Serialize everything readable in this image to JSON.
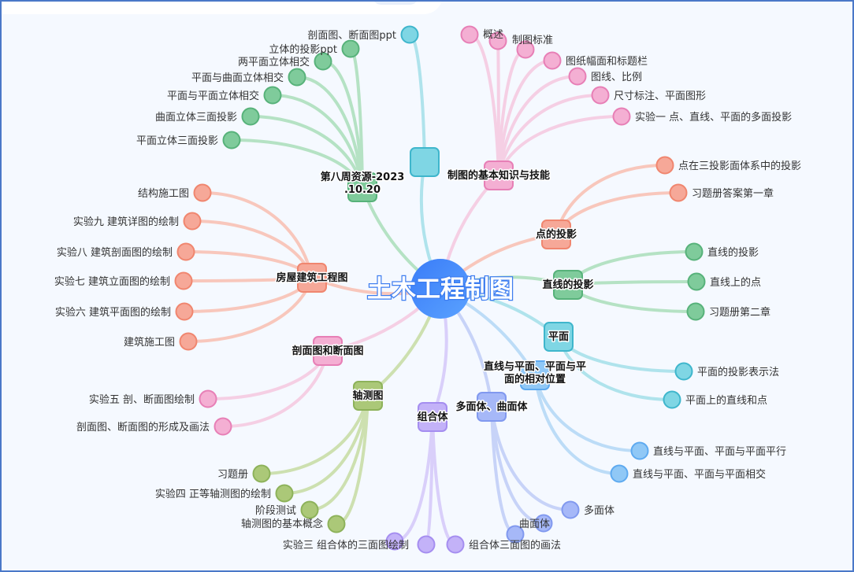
{
  "root": {
    "label": "土木工程制图",
    "color": "#3d8bfd"
  },
  "branches": [
    {
      "label": [
        "第八周资源-2023",
        ".10.20"
      ],
      "color": "#7fcb9b",
      "stroke": "#57b27a",
      "link": "#b5e2c4",
      "leaves": [
        "立体的投影ppt",
        "两平面立体相交",
        "平面与曲面立体相交",
        "平面与平面立体相交",
        "曲面立体三面投影",
        "平面立体三面投影"
      ]
    },
    {
      "label": [],
      "color": "#7fd6e4",
      "stroke": "#3fb6cc",
      "link": "#afe3ec",
      "leaves": [
        "剖面图、断面图ppt"
      ]
    },
    {
      "label": [
        "制图的基本知识与技能"
      ],
      "color": "#f4afd3",
      "stroke": "#e77fb6",
      "link": "#f5cfe4",
      "leaves": [
        "概述",
        "制图标准",
        "",
        "图纸幅面和标题栏",
        "图线、比例",
        "尺寸标注、平面图形",
        "实验一 点、直线、平面的多面投影"
      ]
    },
    {
      "label": [
        "点的投影"
      ],
      "color": "#f6a898",
      "stroke": "#f0866f",
      "link": "#f8c7bc",
      "leaves": [
        "点在三投影面体系中的投影",
        "习题册答案第一章"
      ]
    },
    {
      "label": [
        "直线的投影"
      ],
      "color": "#7fcb9b",
      "stroke": "#57b27a",
      "link": "#b5e2c4",
      "leaves": [
        "直线的投影",
        "直线上的点",
        "习题册第二章"
      ]
    },
    {
      "label": [
        "平面"
      ],
      "color": "#7fd6e4",
      "stroke": "#3fb6cc",
      "link": "#afe3ec",
      "leaves": [
        "平面的投影表示法",
        "平面上的直线和点"
      ]
    },
    {
      "label": [
        "直线与平面、平面与平",
        "面的相对位置"
      ],
      "color": "#90c8f6",
      "stroke": "#5eaaf0",
      "link": "#bcdcf7",
      "leaves": [
        "直线与平面、平面与平面平行",
        "直线与平面、平面与平面相交"
      ]
    },
    {
      "label": [
        "多面体、曲面体"
      ],
      "color": "#a6b8f8",
      "stroke": "#8199ef",
      "link": "#c7d3f8",
      "leaves": [
        "",
        "曲面体",
        "多面体"
      ]
    },
    {
      "label": [
        "组合体"
      ],
      "color": "#c3b2f8",
      "stroke": "#a58ef0",
      "link": "#d9cffa",
      "leaves": [
        "实验三 组合体的三面图绘制",
        "",
        "组合体三面图的画法"
      ]
    },
    {
      "label": [
        "轴测图"
      ],
      "color": "#abc878",
      "stroke": "#8db25a",
      "link": "#cde0b0",
      "leaves": [
        "习题册",
        "实验四 正等轴测图的绘制",
        "阶段测试",
        "轴测图的基本概念"
      ]
    },
    {
      "label": [
        "剖面图和断面图"
      ],
      "color": "#f4afd3",
      "stroke": "#e77fb6",
      "link": "#f5cfe4",
      "leaves": [
        "实验五 剖、断面图绘制",
        "剖面图、断面图的形成及画法"
      ]
    },
    {
      "label": [
        "房屋建筑工程图"
      ],
      "color": "#f6a898",
      "stroke": "#f0866f",
      "link": "#f8c7bc",
      "leaves": [
        "结构施工图",
        "实验九 建筑详图的绘制",
        "实验八 建筑剖面图的绘制",
        "实验七 建筑立面图的绘制",
        "实验六 建筑平面图的绘制",
        "建筑施工图"
      ]
    }
  ]
}
